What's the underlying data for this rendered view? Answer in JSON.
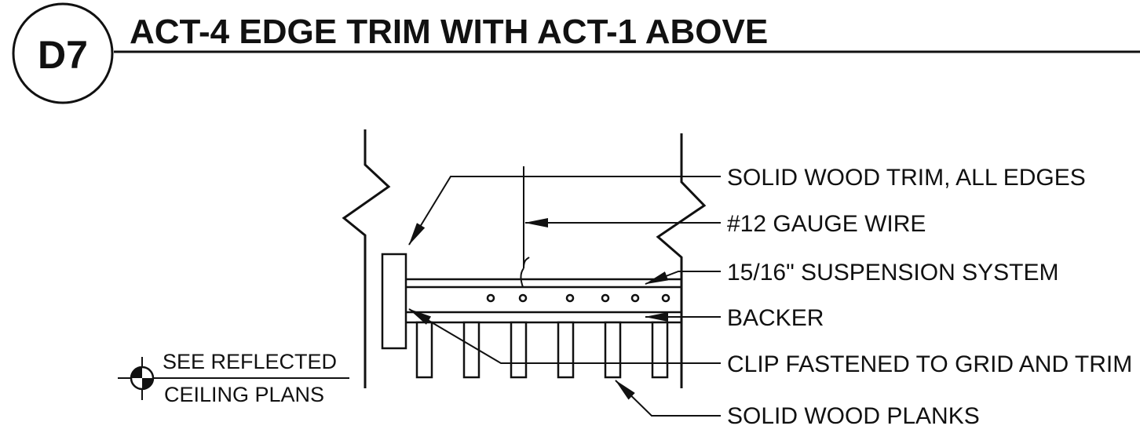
{
  "detail_tag": "D7",
  "title": "ACT-4 EDGE TRIM WITH ACT-1 ABOVE",
  "callouts": {
    "trim": "SOLID WOOD TRIM, ALL EDGES",
    "wire": "#12 GAUGE WIRE",
    "suspension": "15/16\" SUSPENSION SYSTEM",
    "backer": "BACKER",
    "clip": "CLIP FASTENED TO GRID AND TRIM",
    "planks": "SOLID WOOD PLANKS"
  },
  "reference": {
    "line1": "SEE REFLECTED",
    "line2": "CEILING PLANS"
  }
}
